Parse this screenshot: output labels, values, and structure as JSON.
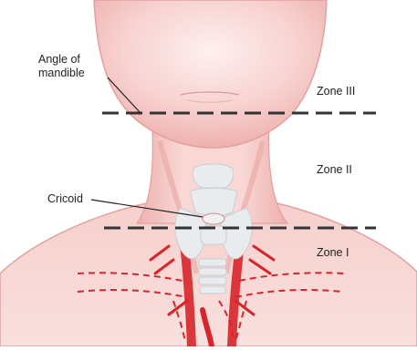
{
  "labels": {
    "angle_line1": "Angle of",
    "angle_line2": "mandible",
    "cricoid": "Cricoid",
    "zone3": "Zone III",
    "zone2": "Zone II",
    "zone1": "Zone I"
  },
  "colors": {
    "skin_light": "#fbe4e2",
    "skin_mid": "#f3b9b6",
    "skin_edge": "#e7a3a0",
    "vessel": "#d6252b",
    "cartilage": "#e9ecef",
    "zone_line": "#333333"
  }
}
